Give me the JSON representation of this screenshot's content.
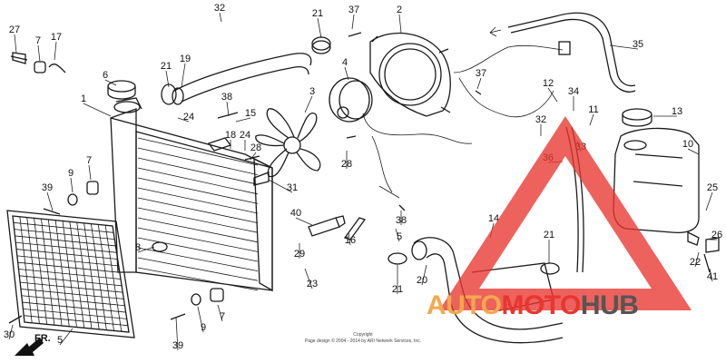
{
  "diagram": {
    "part_labels": [
      "27",
      "7",
      "17",
      "1",
      "6",
      "21",
      "19",
      "32",
      "21",
      "37",
      "2",
      "4",
      "37",
      "35",
      "12",
      "34",
      "11",
      "13",
      "10",
      "36",
      "32",
      "33",
      "24",
      "38",
      "15",
      "24",
      "28",
      "3",
      "18",
      "28",
      "5",
      "7",
      "9",
      "39",
      "31",
      "40",
      "8",
      "29",
      "23",
      "16",
      "38",
      "14",
      "21",
      "20",
      "21",
      "25",
      "26",
      "22",
      "41",
      "30",
      "39",
      "9",
      "7",
      "5"
    ],
    "direction_label": "FR.",
    "copyright_line1": "Copyright",
    "copyright_line2": "Page design © 2004 - 2014 by ARI Network Services, Inc."
  },
  "watermark": {
    "part1": "AUTO",
    "part2": "MOTO",
    "part3": "HUB",
    "color_red": "#e8362f",
    "color_orange": "#f3a94c",
    "color_gray": "#555555"
  }
}
